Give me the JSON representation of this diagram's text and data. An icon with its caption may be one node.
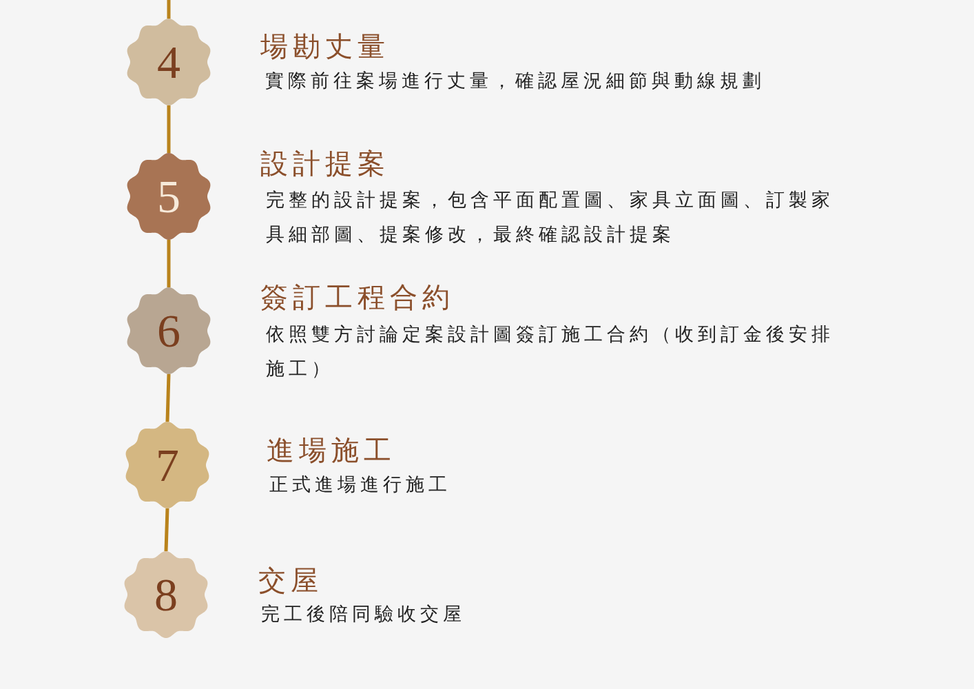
{
  "diagram": {
    "nodes": [
      {
        "text": [
          "4"
        ],
        "beside": [
          "場勘丈量",
          "實際前往案場進行丈量，確認屋況細節與動線規劃"
        ]
      },
      {
        "text": [
          "5"
        ],
        "beside": [
          "設計提案",
          "完整的設計提案，包含平面配置圖、家具立面圖、訂製家具細部圖、提案修改，最終確認設計提案"
        ]
      },
      {
        "text": [
          "6"
        ],
        "beside": [
          "簽訂工程合約",
          "依照雙方討論定案設計圖簽訂施工合約（收到訂金後安排施工）"
        ]
      },
      {
        "text": [
          "7"
        ],
        "beside": [
          "進場施工",
          "正式進場進行施工"
        ]
      },
      {
        "text": [
          "8"
        ],
        "beside": [
          "交屋",
          "完工後陪同驗收交屋"
        ]
      }
    ],
    "edges": [
      {
        "from": null,
        "to": 0,
        "arrow": "none"
      },
      {
        "from": 0,
        "to": 1,
        "arrow": "none"
      },
      {
        "from": 1,
        "to": 2,
        "arrow": "none"
      },
      {
        "from": 2,
        "to": 3,
        "arrow": "none"
      },
      {
        "from": 3,
        "to": 4,
        "arrow": "none"
      }
    ]
  }
}
